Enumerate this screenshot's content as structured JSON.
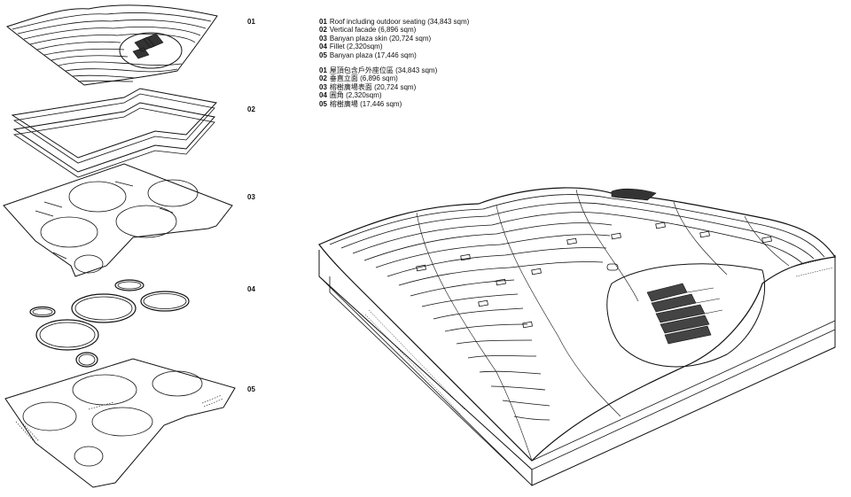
{
  "layer_numbers": [
    "01",
    "02",
    "03",
    "04",
    "05"
  ],
  "legend_en": [
    {
      "num": "01",
      "text": "Roof including outdoor seating (34,843 sqm)"
    },
    {
      "num": "02",
      "text": "Vertical facade (6,896 sqm)"
    },
    {
      "num": "03",
      "text": "Banyan plaza skin (20,724 sqm)"
    },
    {
      "num": "04",
      "text": "Fillet (2,320sqm)"
    },
    {
      "num": "05",
      "text": "Banyan plaza (17,446 sqm)"
    }
  ],
  "legend_zh": [
    {
      "num": "01",
      "text": "屋頂包含戶外座位區 (34,843 sqm)"
    },
    {
      "num": "02",
      "text": "垂直立面 (6,896 sqm)"
    },
    {
      "num": "03",
      "text": "榕樹廣場表面 (20,724 sqm)"
    },
    {
      "num": "04",
      "text": "圓角 (2,320sqm)"
    },
    {
      "num": "05",
      "text": "榕樹廣場 (17,446 sqm)"
    }
  ],
  "colors": {
    "line": "#111111",
    "background": "#ffffff"
  }
}
